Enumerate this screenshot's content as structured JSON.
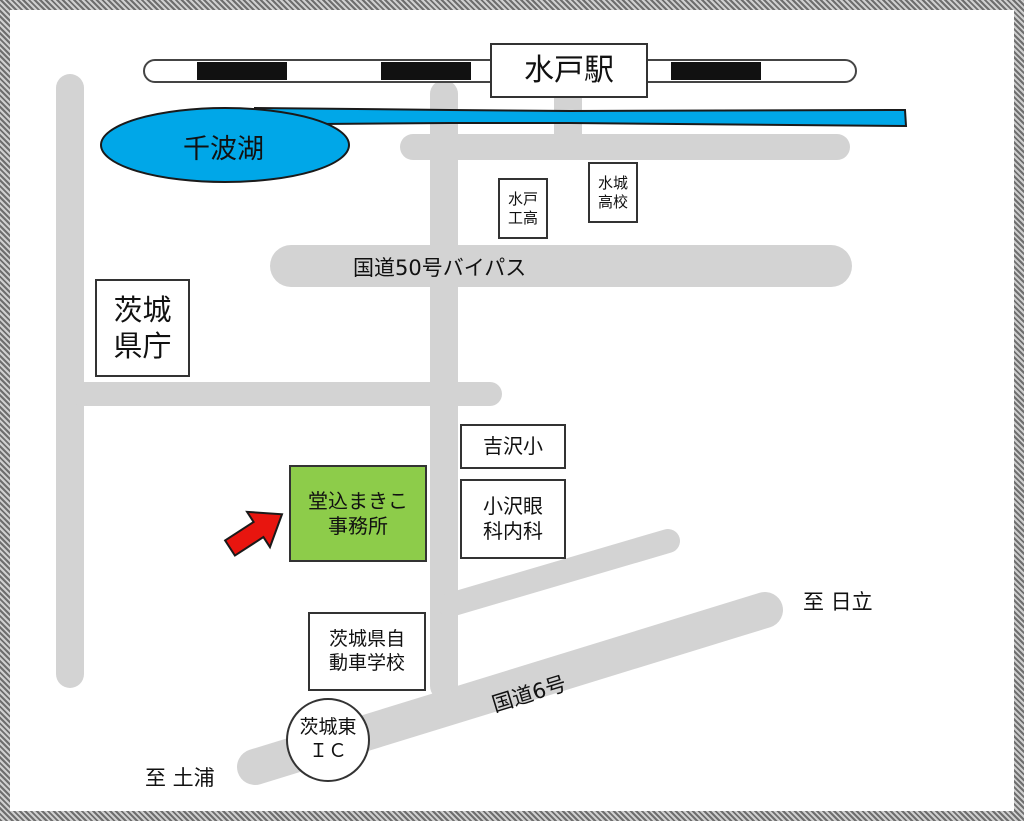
{
  "map": {
    "station": "水戸駅",
    "lake": "千波湖",
    "route50": "国道50号バイパス",
    "route6": "国道6号",
    "to_hitachi": "至 日立",
    "to_tsuchiura": "至 土浦",
    "interchange": "茨城東\nＩＣ",
    "landmarks": {
      "prefectural_office": "茨城\n県庁",
      "mito_tech": "水戸\n工高",
      "suijo_high": "水城\n高校",
      "yoshizawa_elem": "吉沢小",
      "ozawa_eye": "小沢眼\n科内科",
      "driving_school": "茨城県自\n動車学校",
      "office": "堂込まきこ\n事務所"
    },
    "colors": {
      "road": "#d3d3d3",
      "water": "#00a7e8",
      "office": "#8dcc4a",
      "arrow": "#e8150f"
    },
    "icons": {
      "pointer": "arrow-icon"
    }
  }
}
